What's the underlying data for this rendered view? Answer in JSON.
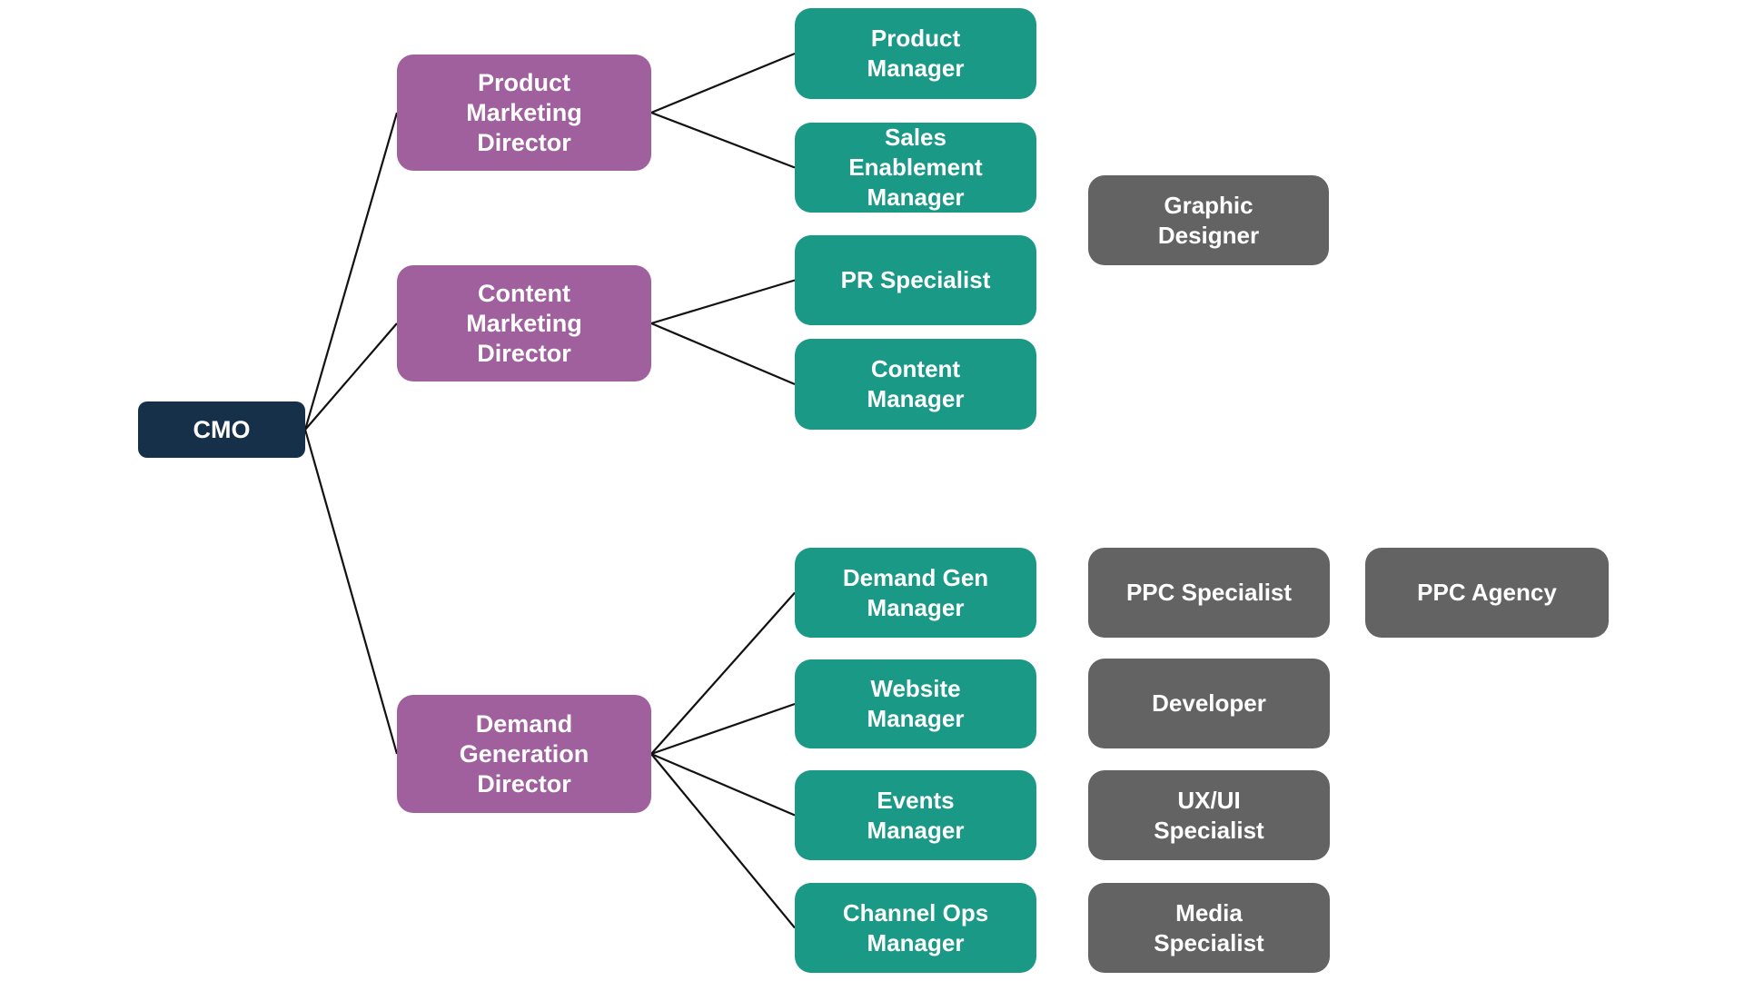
{
  "colors": {
    "executive": "#16304a",
    "director": "#a0609e",
    "manager": "#1a9987",
    "specialist": "#636363",
    "connector": "#111111",
    "text": "#ffffff"
  },
  "nodes": [
    {
      "id": "cmo",
      "label": "CMO",
      "level": "executive"
    },
    {
      "id": "product-marketing-director",
      "label": "Product\nMarketing\nDirector",
      "level": "director",
      "parent": "cmo"
    },
    {
      "id": "content-marketing-director",
      "label": "Content\nMarketing\nDirector",
      "level": "director",
      "parent": "cmo"
    },
    {
      "id": "demand-generation-director",
      "label": "Demand\nGeneration\nDirector",
      "level": "director",
      "parent": "cmo"
    },
    {
      "id": "product-manager",
      "label": "Product\nManager",
      "level": "manager",
      "parent": "product-marketing-director"
    },
    {
      "id": "sales-enablement-manager",
      "label": "Sales\nEnablement\nManager",
      "level": "manager",
      "parent": "product-marketing-director"
    },
    {
      "id": "pr-specialist",
      "label": "PR Specialist",
      "level": "manager",
      "parent": "content-marketing-director"
    },
    {
      "id": "content-manager",
      "label": "Content\nManager",
      "level": "manager",
      "parent": "content-marketing-director"
    },
    {
      "id": "demand-gen-manager",
      "label": "Demand Gen\nManager",
      "level": "manager",
      "parent": "demand-generation-director"
    },
    {
      "id": "website-manager",
      "label": "Website\nManager",
      "level": "manager",
      "parent": "demand-generation-director"
    },
    {
      "id": "events-manager",
      "label": "Events\nManager",
      "level": "manager",
      "parent": "demand-generation-director"
    },
    {
      "id": "channel-ops-manager",
      "label": "Channel Ops\nManager",
      "level": "manager",
      "parent": "demand-generation-director"
    },
    {
      "id": "graphic-designer",
      "label": "Graphic\nDesigner",
      "level": "specialist"
    },
    {
      "id": "ppc-specialist",
      "label": "PPC Specialist",
      "level": "specialist"
    },
    {
      "id": "ppc-agency",
      "label": "PPC Agency",
      "level": "specialist"
    },
    {
      "id": "developer",
      "label": "Developer",
      "level": "specialist"
    },
    {
      "id": "ux-ui-specialist",
      "label": "UX/UI\nSpecialist",
      "level": "specialist"
    },
    {
      "id": "media-specialist",
      "label": "Media\nSpecialist",
      "level": "specialist"
    }
  ]
}
